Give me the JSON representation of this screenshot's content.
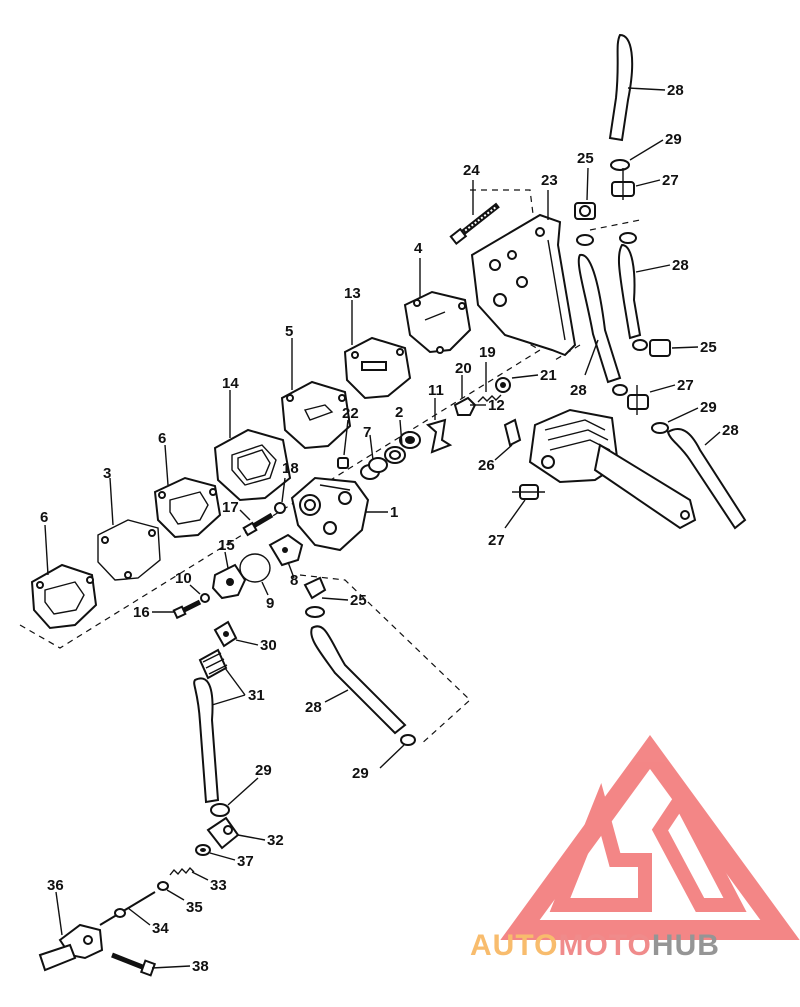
{
  "callouts": [
    {
      "id": "c28a",
      "text": "28"
    },
    {
      "id": "c29a",
      "text": "29"
    },
    {
      "id": "c25a",
      "text": "25"
    },
    {
      "id": "c27a",
      "text": "27"
    },
    {
      "id": "c24",
      "text": "24"
    },
    {
      "id": "c23",
      "text": "23"
    },
    {
      "id": "c28b",
      "text": "28"
    },
    {
      "id": "c4",
      "text": "4"
    },
    {
      "id": "c13",
      "text": "13"
    },
    {
      "id": "c25b",
      "text": "25"
    },
    {
      "id": "c5",
      "text": "5"
    },
    {
      "id": "c19",
      "text": "19"
    },
    {
      "id": "c20",
      "text": "20"
    },
    {
      "id": "c21",
      "text": "21"
    },
    {
      "id": "c28c",
      "text": "28"
    },
    {
      "id": "c27b",
      "text": "27"
    },
    {
      "id": "c14",
      "text": "14"
    },
    {
      "id": "c11",
      "text": "11"
    },
    {
      "id": "c12",
      "text": "12"
    },
    {
      "id": "c29b",
      "text": "29"
    },
    {
      "id": "c28d",
      "text": "28"
    },
    {
      "id": "c22",
      "text": "22"
    },
    {
      "id": "c2",
      "text": "2"
    },
    {
      "id": "c7",
      "text": "7"
    },
    {
      "id": "c6a",
      "text": "6"
    },
    {
      "id": "c26",
      "text": "26"
    },
    {
      "id": "c18",
      "text": "18"
    },
    {
      "id": "c3",
      "text": "3"
    },
    {
      "id": "c1",
      "text": "1"
    },
    {
      "id": "c17",
      "text": "17"
    },
    {
      "id": "c6b",
      "text": "6"
    },
    {
      "id": "c27c",
      "text": "27"
    },
    {
      "id": "c15",
      "text": "15"
    },
    {
      "id": "c8",
      "text": "8"
    },
    {
      "id": "c9",
      "text": "9"
    },
    {
      "id": "c10",
      "text": "10"
    },
    {
      "id": "c25c",
      "text": "25"
    },
    {
      "id": "c16",
      "text": "16"
    },
    {
      "id": "c30",
      "text": "30"
    },
    {
      "id": "c31",
      "text": "31"
    },
    {
      "id": "c28e",
      "text": "28"
    },
    {
      "id": "c29c",
      "text": "29"
    },
    {
      "id": "c29d",
      "text": "29"
    },
    {
      "id": "c32",
      "text": "32"
    },
    {
      "id": "c37",
      "text": "37"
    },
    {
      "id": "c33",
      "text": "33"
    },
    {
      "id": "c36",
      "text": "36"
    },
    {
      "id": "c35",
      "text": "35"
    },
    {
      "id": "c34",
      "text": "34"
    },
    {
      "id": "c38",
      "text": "38"
    }
  ],
  "watermark": {
    "part1": "AUTO",
    "part2": "MOTO",
    "part3": "HUB",
    "colors": {
      "auto": "#f8b55e",
      "moto": "#ef7f7f",
      "hub": "#8a8a8a",
      "triangle": "#f27a7a"
    }
  }
}
